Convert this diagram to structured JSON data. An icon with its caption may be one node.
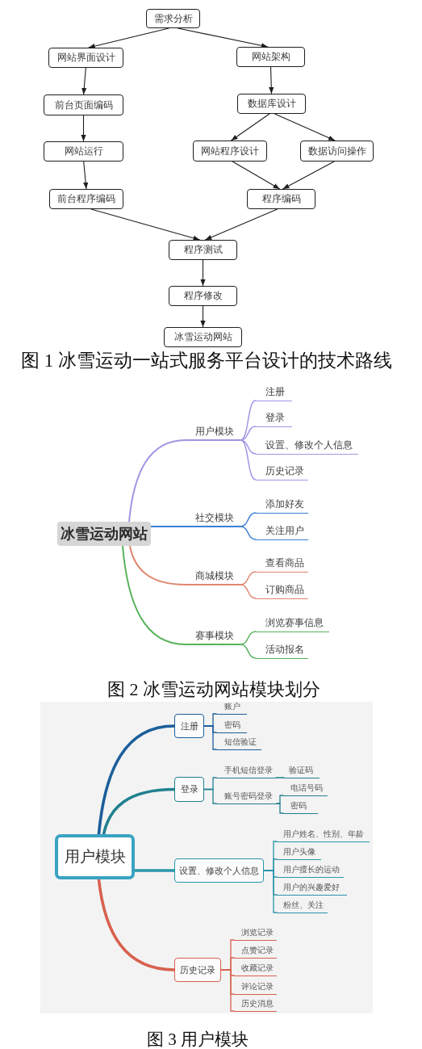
{
  "diagram": {
    "nodes": [
      {
        "text": [
          "需求分析"
        ]
      },
      {
        "text": [
          "网站界面设计"
        ]
      },
      {
        "text": [
          "网站架构"
        ]
      },
      {
        "text": [
          "前台页面编码"
        ]
      },
      {
        "text": [
          "数据库设计"
        ]
      },
      {
        "text": [
          "网站运行"
        ]
      },
      {
        "text": [
          "网站程序设计"
        ]
      },
      {
        "text": [
          "数据访问操作"
        ]
      },
      {
        "text": [
          "前台程序编码"
        ]
      },
      {
        "text": [
          "程序编码"
        ]
      },
      {
        "text": [
          "程序测试"
        ]
      },
      {
        "text": [
          "程序修改"
        ]
      },
      {
        "text": [
          "冰雪运动网站"
        ]
      },
      {
        "text": [
          "冰雪运动网站"
        ]
      },
      {
        "text": [
          "用户模块"
        ]
      },
      {
        "text": [
          "注册"
        ]
      },
      {
        "text": [
          "登录"
        ]
      },
      {
        "text": [
          "设置、修改个人信息"
        ]
      },
      {
        "text": [
          "历史记录"
        ]
      },
      {
        "text": [
          "社交模块"
        ]
      },
      {
        "text": [
          "添加好友"
        ]
      },
      {
        "text": [
          "关注用户"
        ]
      },
      {
        "text": [
          "商城模块"
        ]
      },
      {
        "text": [
          "查看商品"
        ]
      },
      {
        "text": [
          "订购商品"
        ]
      },
      {
        "text": [
          "赛事模块"
        ]
      },
      {
        "text": [
          "浏览赛事信息"
        ]
      },
      {
        "text": [
          "活动报名"
        ]
      },
      {
        "text": [
          "用户模块"
        ]
      },
      {
        "text": [
          "注册"
        ]
      },
      {
        "text": [
          "账户"
        ]
      },
      {
        "text": [
          "密码"
        ]
      },
      {
        "text": [
          "短信验证"
        ]
      },
      {
        "text": [
          "登录"
        ]
      },
      {
        "text": [
          "手机短信登录"
        ]
      },
      {
        "text": [
          "验证码"
        ]
      },
      {
        "text": [
          "账号密码登录"
        ]
      },
      {
        "text": [
          "电话号码"
        ]
      },
      {
        "text": [
          "密码"
        ]
      },
      {
        "text": [
          "设置、修改个人信息"
        ]
      },
      {
        "text": [
          "用户姓名、性别、年龄"
        ]
      },
      {
        "text": [
          "用户头像"
        ]
      },
      {
        "text": [
          "用户擅长的运动"
        ]
      },
      {
        "text": [
          "用户的兴趣爱好"
        ]
      },
      {
        "text": [
          "粉丝、关注"
        ]
      },
      {
        "text": [
          "历史记录"
        ]
      },
      {
        "text": [
          "浏览记录"
        ]
      },
      {
        "text": [
          "点赞记录"
        ]
      },
      {
        "text": [
          "收藏记录"
        ]
      },
      {
        "text": [
          "评论记录"
        ]
      },
      {
        "text": [
          "历史消息"
        ]
      }
    ],
    "edges": [
      {
        "from": 0,
        "to": 1,
        "arrow": "to"
      },
      {
        "from": 0,
        "to": 2,
        "arrow": "to"
      },
      {
        "from": 1,
        "to": 3,
        "arrow": "to"
      },
      {
        "from": 2,
        "to": 4,
        "arrow": "to"
      },
      {
        "from": 3,
        "to": 5,
        "arrow": "to"
      },
      {
        "from": 4,
        "to": 6,
        "arrow": "to"
      },
      {
        "from": 4,
        "to": 7,
        "arrow": "to"
      },
      {
        "from": 5,
        "to": 8,
        "arrow": "to"
      },
      {
        "from": 6,
        "to": 9,
        "arrow": "to"
      },
      {
        "from": 7,
        "to": 9,
        "arrow": "to"
      },
      {
        "from": 8,
        "to": 10,
        "arrow": "to"
      },
      {
        "from": 9,
        "to": 10,
        "arrow": "to"
      },
      {
        "from": 10,
        "to": 11,
        "arrow": "to"
      },
      {
        "from": 11,
        "to": 12,
        "arrow": "to"
      },
      {
        "from": 13,
        "to": 14,
        "arrow": "none",
        "color": "#a295e3"
      },
      {
        "from": 14,
        "to": 15,
        "arrow": "none",
        "color": "#a295e3"
      },
      {
        "from": 14,
        "to": 16,
        "arrow": "none",
        "color": "#a295e3"
      },
      {
        "from": 14,
        "to": 17,
        "arrow": "none",
        "color": "#a295e3"
      },
      {
        "from": 14,
        "to": 18,
        "arrow": "none",
        "color": "#a295e3"
      },
      {
        "from": 13,
        "to": 19,
        "arrow": "none",
        "color": "#3c7fd4"
      },
      {
        "from": 19,
        "to": 20,
        "arrow": "none",
        "color": "#3c7fd4"
      },
      {
        "from": 19,
        "to": 21,
        "arrow": "none",
        "color": "#3c7fd4"
      },
      {
        "from": 13,
        "to": 22,
        "arrow": "none",
        "color": "#e08670"
      },
      {
        "from": 22,
        "to": 23,
        "arrow": "none",
        "color": "#e08670"
      },
      {
        "from": 22,
        "to": 24,
        "arrow": "none",
        "color": "#e08670"
      },
      {
        "from": 13,
        "to": 25,
        "arrow": "none",
        "color": "#56b25a"
      },
      {
        "from": 25,
        "to": 26,
        "arrow": "none",
        "color": "#56b25a"
      },
      {
        "from": 25,
        "to": 27,
        "arrow": "none",
        "color": "#56b25a"
      },
      {
        "from": 28,
        "to": 29,
        "arrow": "none",
        "style": "thick",
        "color": "#1b5e9b"
      },
      {
        "from": 29,
        "to": 30,
        "arrow": "none",
        "color": "#1b5e9b"
      },
      {
        "from": 29,
        "to": 31,
        "arrow": "none",
        "color": "#1b5e9b"
      },
      {
        "from": 29,
        "to": 32,
        "arrow": "none",
        "color": "#1b5e9b"
      },
      {
        "from": 28,
        "to": 33,
        "arrow": "none",
        "style": "thick",
        "color": "#21808f"
      },
      {
        "from": 33,
        "to": 34,
        "arrow": "none",
        "color": "#21808f"
      },
      {
        "from": 34,
        "to": 35,
        "arrow": "none",
        "color": "#21808f"
      },
      {
        "from": 33,
        "to": 36,
        "arrow": "none",
        "color": "#21808f"
      },
      {
        "from": 36,
        "to": 37,
        "arrow": "none",
        "color": "#21808f"
      },
      {
        "from": 36,
        "to": 38,
        "arrow": "none",
        "color": "#21808f"
      },
      {
        "from": 28,
        "to": 39,
        "arrow": "none",
        "style": "thick",
        "color": "#2a95ab"
      },
      {
        "from": 39,
        "to": 40,
        "arrow": "none",
        "color": "#2a95ab"
      },
      {
        "from": 39,
        "to": 41,
        "arrow": "none",
        "color": "#2a95ab"
      },
      {
        "from": 39,
        "to": 42,
        "arrow": "none",
        "color": "#2a95ab"
      },
      {
        "from": 39,
        "to": 43,
        "arrow": "none",
        "color": "#2a95ab"
      },
      {
        "from": 39,
        "to": 44,
        "arrow": "none",
        "color": "#2a95ab"
      },
      {
        "from": 28,
        "to": 45,
        "arrow": "none",
        "style": "thick",
        "color": "#d8614f"
      },
      {
        "from": 45,
        "to": 46,
        "arrow": "none",
        "color": "#d8614f"
      },
      {
        "from": 45,
        "to": 47,
        "arrow": "none",
        "color": "#d8614f"
      },
      {
        "from": 45,
        "to": 48,
        "arrow": "none",
        "color": "#d8614f"
      },
      {
        "from": 45,
        "to": 49,
        "arrow": "none",
        "color": "#d8614f"
      },
      {
        "from": 45,
        "to": 50,
        "arrow": "none",
        "color": "#d8614f"
      }
    ],
    "labels": [
      "图 1 冰雪运动一站式服务平台设计的技术路线",
      "图 2 冰雪运动网站模块划分",
      "图 3 用户模块"
    ]
  }
}
